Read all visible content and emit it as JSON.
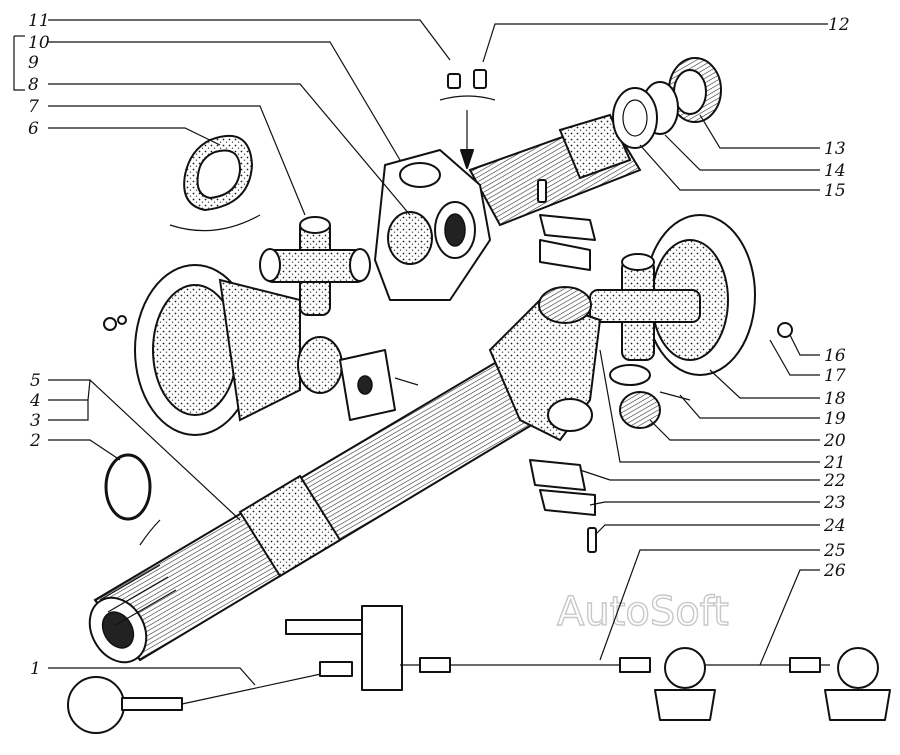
{
  "diagram": {
    "watermark": "AutoSoft",
    "callouts": [
      {
        "id": "c1",
        "label": "1"
      },
      {
        "id": "c2",
        "label": "2"
      },
      {
        "id": "c3",
        "label": "3"
      },
      {
        "id": "c4",
        "label": "4"
      },
      {
        "id": "c5",
        "label": "5"
      },
      {
        "id": "c6",
        "label": "6"
      },
      {
        "id": "c7",
        "label": "7"
      },
      {
        "id": "c8",
        "label": "8"
      },
      {
        "id": "c9",
        "label": "9"
      },
      {
        "id": "c10",
        "label": "10"
      },
      {
        "id": "c11",
        "label": "11"
      },
      {
        "id": "c12",
        "label": "12"
      },
      {
        "id": "c13",
        "label": "13"
      },
      {
        "id": "c14",
        "label": "14"
      },
      {
        "id": "c15",
        "label": "15"
      },
      {
        "id": "c16",
        "label": "16"
      },
      {
        "id": "c17",
        "label": "17"
      },
      {
        "id": "c18",
        "label": "18"
      },
      {
        "id": "c19",
        "label": "19"
      },
      {
        "id": "c20",
        "label": "20"
      },
      {
        "id": "c21",
        "label": "21"
      },
      {
        "id": "c22",
        "label": "22"
      },
      {
        "id": "c23",
        "label": "23"
      },
      {
        "id": "c24",
        "label": "24"
      },
      {
        "id": "c25",
        "label": "25"
      },
      {
        "id": "c26",
        "label": "26"
      }
    ]
  }
}
